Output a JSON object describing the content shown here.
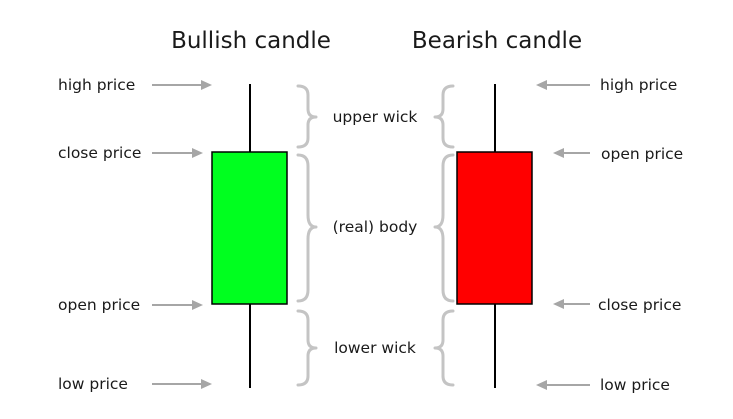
{
  "bullish": {
    "title": "Bullish candle",
    "body_color": "#00ff1f",
    "labels": {
      "high": "high price",
      "close": "close price",
      "open": "open price",
      "low": "low price"
    }
  },
  "bearish": {
    "title": "Bearish candle",
    "body_color": "#ff0000",
    "labels": {
      "high": "high price",
      "open": "open price",
      "close": "close price",
      "low": "low price"
    }
  },
  "parts": {
    "upper_wick": "upper wick",
    "body": "(real) body",
    "lower_wick": "lower wick"
  },
  "colors": {
    "arrow": "#a6a6a6",
    "brace": "#c4c4c4",
    "wick": "#000000"
  }
}
